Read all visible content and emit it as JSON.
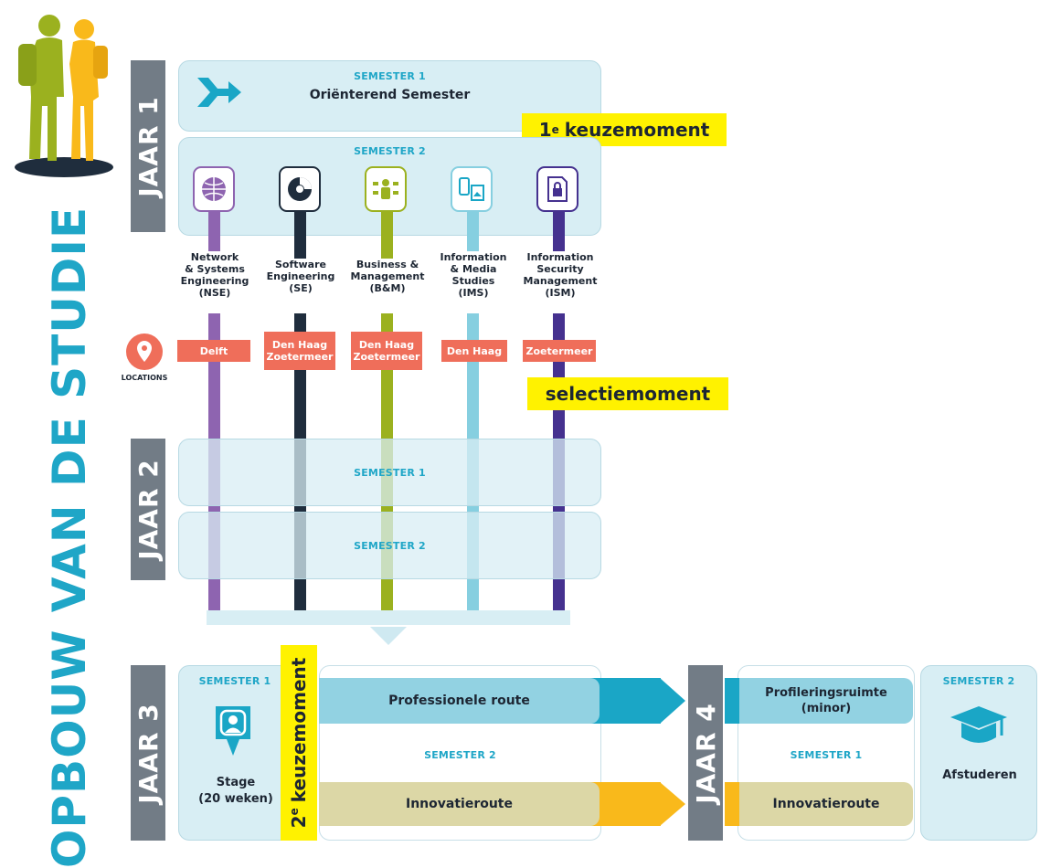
{
  "title": "OPBOUW VAN DE STUDIE",
  "years": {
    "jaar1": "JAAR 1",
    "jaar2": "JAAR 2",
    "jaar3": "JAAR 3",
    "jaar4": "JAAR 4"
  },
  "jaar1": {
    "sem1_label": "SEMESTER 1",
    "sem1_title": "Oriënterend Semester",
    "sem2_label": "SEMESTER 2",
    "keuze_num": "1",
    "keuze_sup": "e",
    "keuze_text": "keuzemoment"
  },
  "tracks": [
    {
      "name": "Network\n& Systems\nEngineering\n(NSE)",
      "location": "Delft",
      "color": "#8e64b0",
      "icon": "globe-network-icon"
    },
    {
      "name": "Software\nEngineering\n(SE)",
      "location": "Den Haag\nZoetermeer",
      "color": "#1f2d3d",
      "icon": "gear-cd-icon"
    },
    {
      "name": "Business &\nManagement\n(B&M)",
      "location": "Den Haag\nZoetermeer",
      "color": "#9bb11f",
      "icon": "business-people-icon"
    },
    {
      "name": "Information\n& Media\nStudies\n(IMS)",
      "location": "Den Haag",
      "color": "#86cfe0",
      "icon": "media-devices-icon"
    },
    {
      "name": "Information\nSecurity\nManagement\n(ISM)",
      "location": "Zoetermeer",
      "color": "#45318f",
      "icon": "document-lock-icon"
    }
  ],
  "locations_label": "LOCATIONS",
  "selectiemoment": "selectiemoment",
  "jaar2": {
    "sem1_label": "SEMESTER 1",
    "sem2_label": "SEMESTER 2"
  },
  "jaar3": {
    "sem1_label": "SEMESTER 1",
    "stage_title": "Stage",
    "stage_duration": "(20 weken)",
    "keuze_num": "2",
    "keuze_sup": "e",
    "keuze_text": "keuzemoment",
    "professionele_route": "Professionele route",
    "sem2_label": "SEMESTER 2",
    "innovatieroute": "Innovatieroute"
  },
  "jaar4": {
    "profileringsruimte": "Profileringsruimte\n(minor)",
    "sem1_label": "SEMESTER 1",
    "innovatieroute": "Innovatieroute",
    "sem2_label": "SEMESTER 2",
    "afstuderen": "Afstuderen"
  },
  "colors": {
    "title": "#1fa6c7",
    "jaar_bar": "#727c86",
    "semester_box": "#d8eef4",
    "location_badge": "#ef6e5a",
    "highlight": "#fff200",
    "professional_route": "#1aa6c6",
    "innovation_route": "#f9b91b"
  }
}
